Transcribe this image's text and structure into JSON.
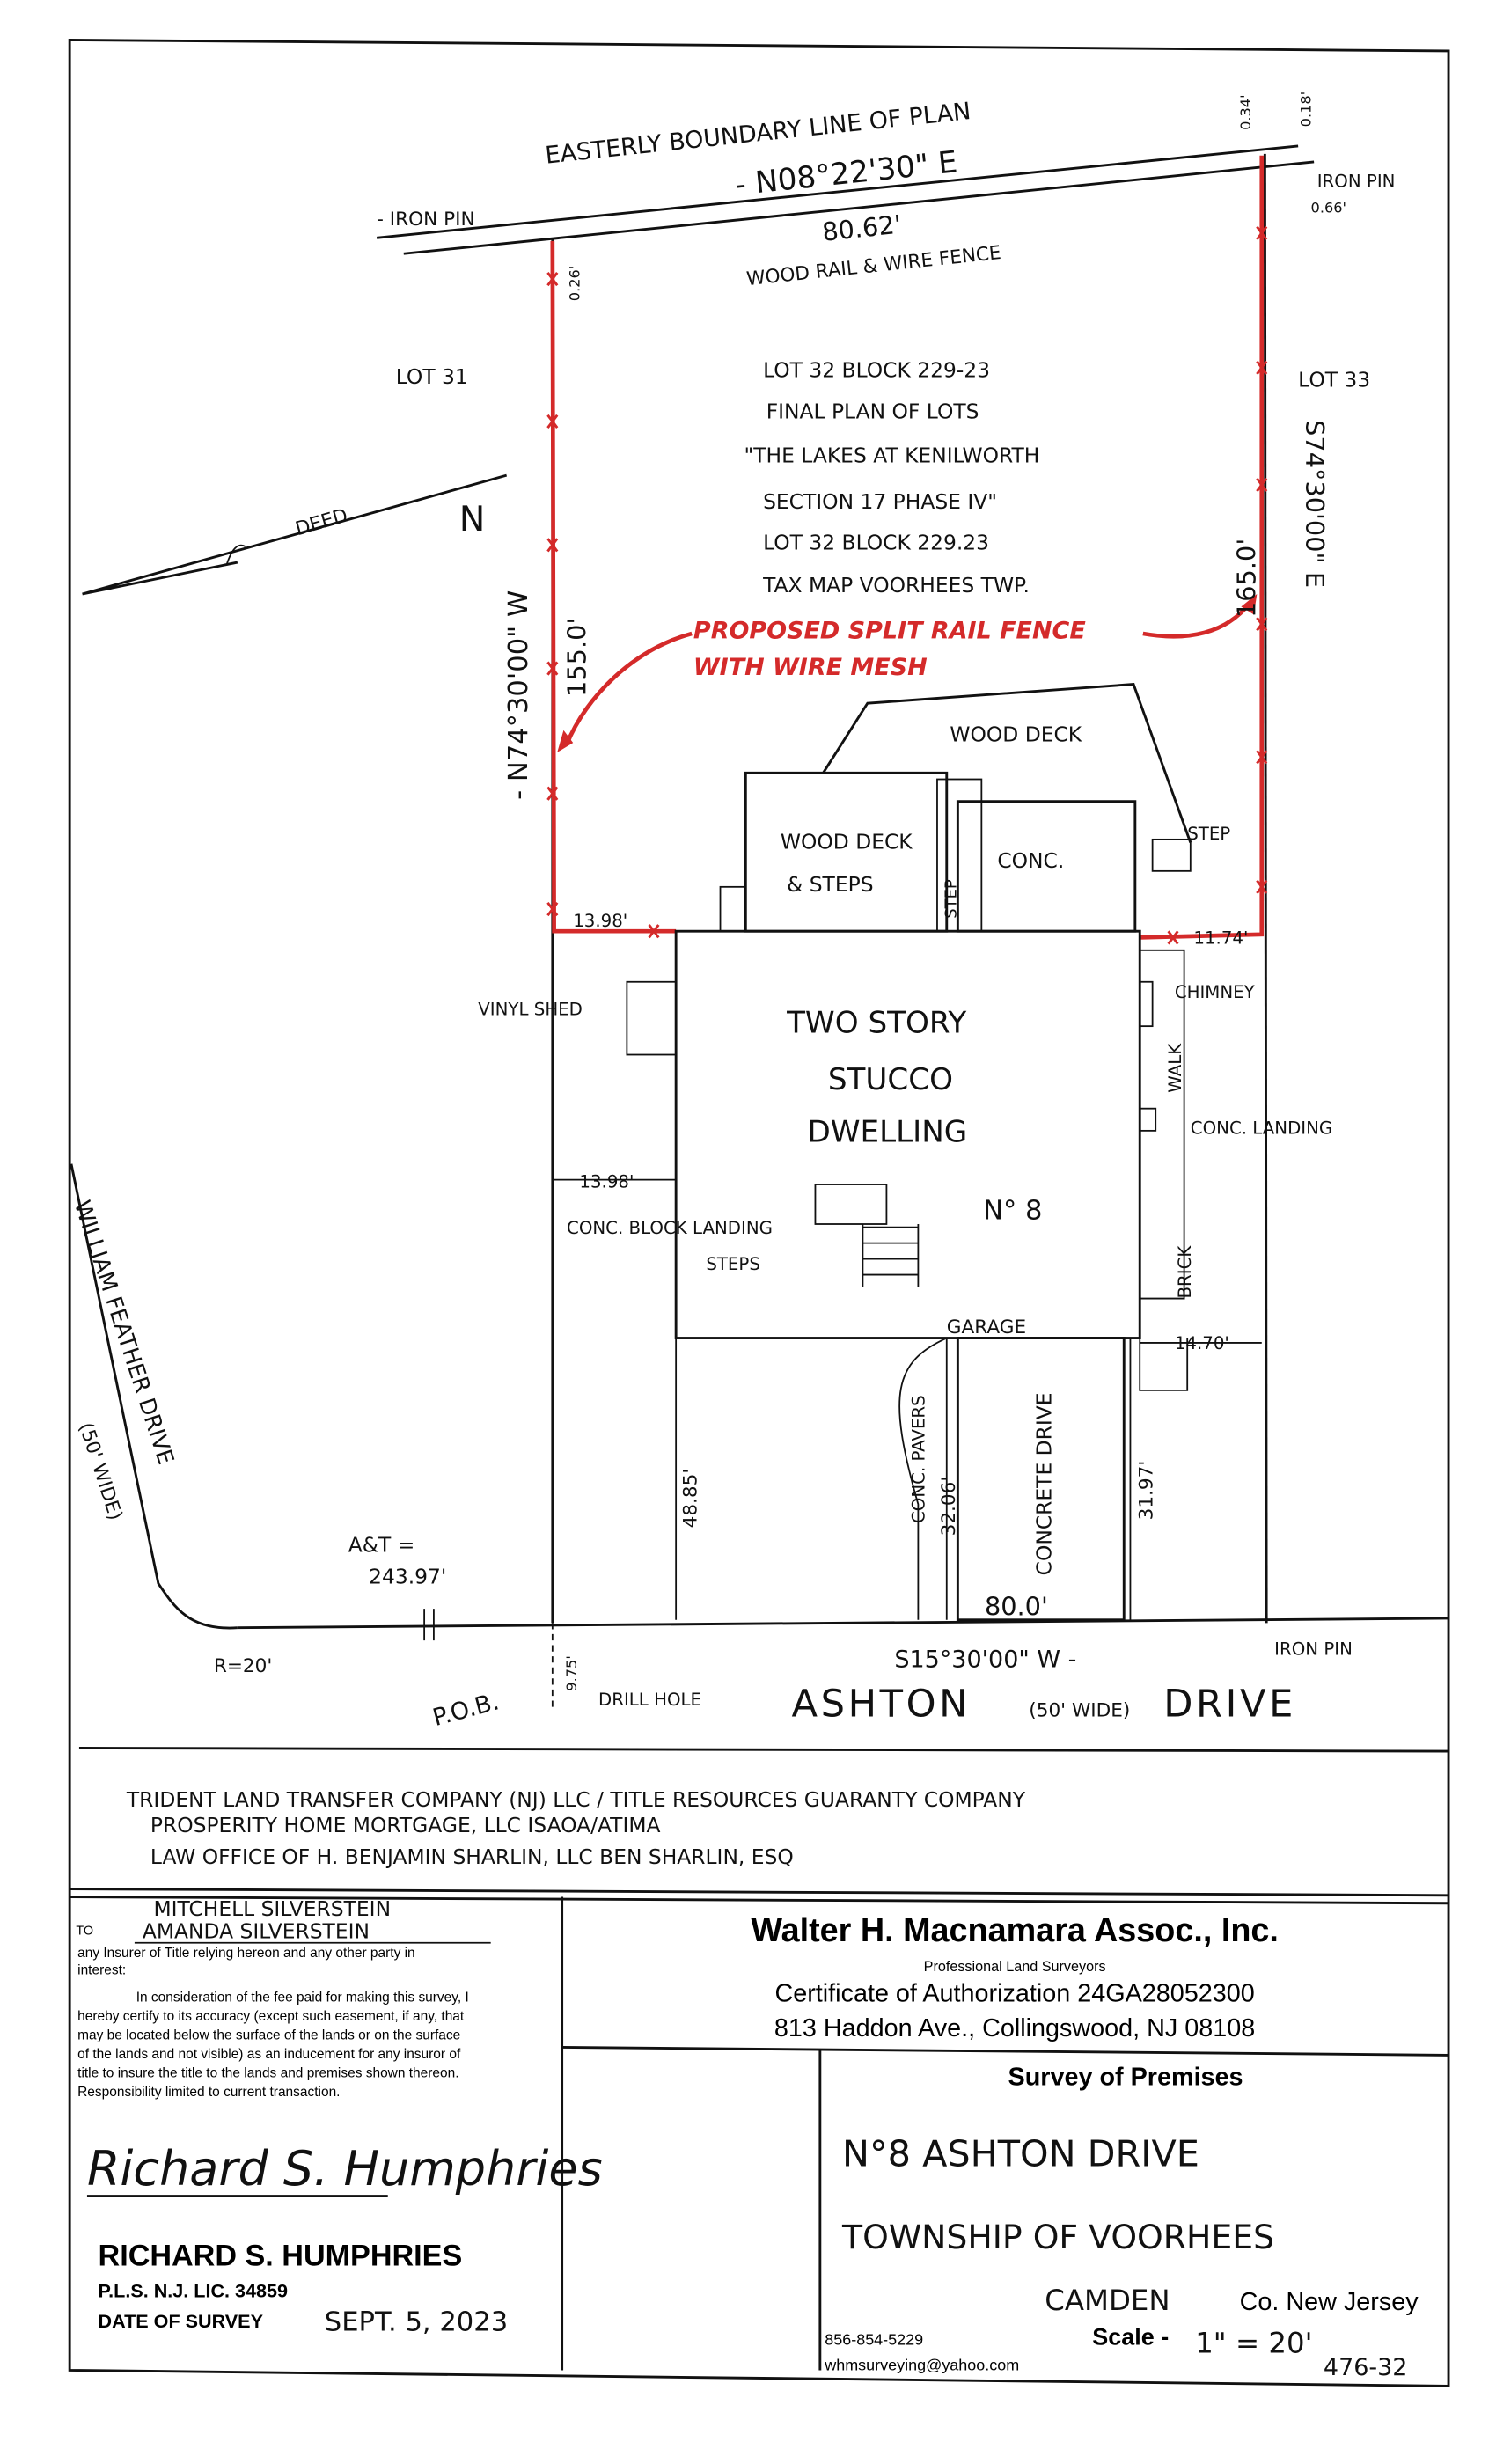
{
  "plan": {
    "easterly_boundary": "EASTERLY BOUNDARY LINE OF PLAN",
    "top_bearing": "- N08°22'30\" E",
    "top_distance": "80.62'",
    "top_fence": "WOOD RAIL & WIRE FENCE",
    "iron_pin_left": "- IRON PIN",
    "iron_pin_right": "IRON PIN",
    "iron_pin_bottom": "IRON PIN",
    "offset_026": "0.26'",
    "offset_034": "0.34'",
    "offset_018": "0.18'",
    "offset_066": "0.66'",
    "lot31": "LOT 31",
    "lot33": "LOT 33",
    "lot_info": [
      "LOT 32 BLOCK 229-23",
      "FINAL PLAN OF LOTS",
      "\"THE LAKES AT KENILWORTH",
      "SECTION 17 PHASE IV\"",
      "LOT 32 BLOCK 229.23",
      "TAX MAP VOORHEES TWP."
    ],
    "deed": "DEED",
    "north": "N",
    "left_bearing": "- N74°30'00\" W",
    "left_distance": "155.0'",
    "right_bearing": "S74°30'00\" E",
    "right_distance": "165.0'",
    "proposed_fence_line1": "PROPOSED SPLIT RAIL FENCE",
    "proposed_fence_line2": "WITH WIRE MESH",
    "wood_deck": "WOOD DECK",
    "wood_deck_steps_1": "WOOD DECK",
    "wood_deck_steps_2": "& STEPS",
    "step_vertical": "STEP",
    "step": "STEP",
    "conc": "CONC.",
    "dim_1398_top": "13.98'",
    "dim_1174": "11.74'",
    "vinyl_shed": "VINYL SHED",
    "chimney": "CHIMNEY",
    "dwelling": [
      "TWO STORY",
      "STUCCO",
      "DWELLING"
    ],
    "house_number": "N° 8",
    "walk": "WALK",
    "conc_landing": "CONC. LANDING",
    "dim_1398_mid": "13.98'",
    "conc_block_landing": "CONC. BLOCK LANDING",
    "steps": "STEPS",
    "brick": "BRICK",
    "garage": "GARAGE",
    "dim_1470": "14.70'",
    "conc_pavers": "CONC. PAVERS",
    "dim_3206": "32.06'",
    "concrete_drive": "CONCRETE DRIVE",
    "dim_3197": "31.97'",
    "dim_4885": "48.85'",
    "street_name": "WILLIAM FEATHER DRIVE",
    "street_width": "(50' WIDE)",
    "at_label": "A&T =",
    "at_value": "243.97'",
    "radius": "R=20'",
    "front_distance": "80.0'",
    "front_bearing": "S15°30'00\" W -",
    "pob": "P.O.B.",
    "dim_975": "9.75'",
    "drill_hole": "DRILL HOLE",
    "ashton": "ASHTON",
    "ashton_width": "(50' WIDE)",
    "ashton_drive": "DRIVE"
  },
  "certified_parties": [
    "TRIDENT LAND TRANSFER COMPANY (NJ) LLC / TITLE RESOURCES GUARANTY COMPANY",
    "PROSPERITY HOME MORTGAGE, LLC ISAOA/ATIMA",
    "LAW OFFICE OF H. BENJAMIN SHARLIN, LLC     BEN SHARLIN, ESQ"
  ],
  "certification": {
    "to_label": "TO",
    "owner1": "MITCHELL SILVERSTEIN",
    "owner2": "AMANDA SILVERSTEIN",
    "lines": [
      "any Insurer of Title relying hereon and any other party in",
      "interest:",
      "In consideration of the fee paid for making this survey, I",
      "hereby certify to its accuracy (except such easement, if any, that",
      "may be located below the surface of the lands or on the surface",
      "of the lands and not visible) as an inducement for any insuror of",
      "title to insure the title to the lands and premises shown thereon.",
      "Responsibility limited to current transaction."
    ],
    "signature": "Richard S. Humphries",
    "surveyor_name": "RICHARD S. HUMPHRIES",
    "license": "P.L.S. N.J. LIC. 34859",
    "date_label": "DATE OF SURVEY",
    "date_value": "SEPT. 5, 2023"
  },
  "firm": {
    "name": "Walter H. Macnamara Assoc., Inc.",
    "subtitle": "Professional Land Surveyors",
    "certificate": "Certificate of Authorization 24GA28052300",
    "address": "813 Haddon Ave., Collingswood, NJ 08108",
    "survey_title": "Survey of Premises",
    "premises": "N°8 ASHTON DRIVE",
    "township": "TOWNSHIP OF VOORHEES",
    "county": "CAMDEN",
    "state": "Co. New Jersey",
    "scale_label": "Scale -",
    "scale_value": "1\" = 20'",
    "job_number": "476-32",
    "phone": "856-854-5229",
    "email": "whmsurveying@yahoo.com"
  },
  "colors": {
    "fence_red": "#d42a2a",
    "ink": "#111111"
  }
}
